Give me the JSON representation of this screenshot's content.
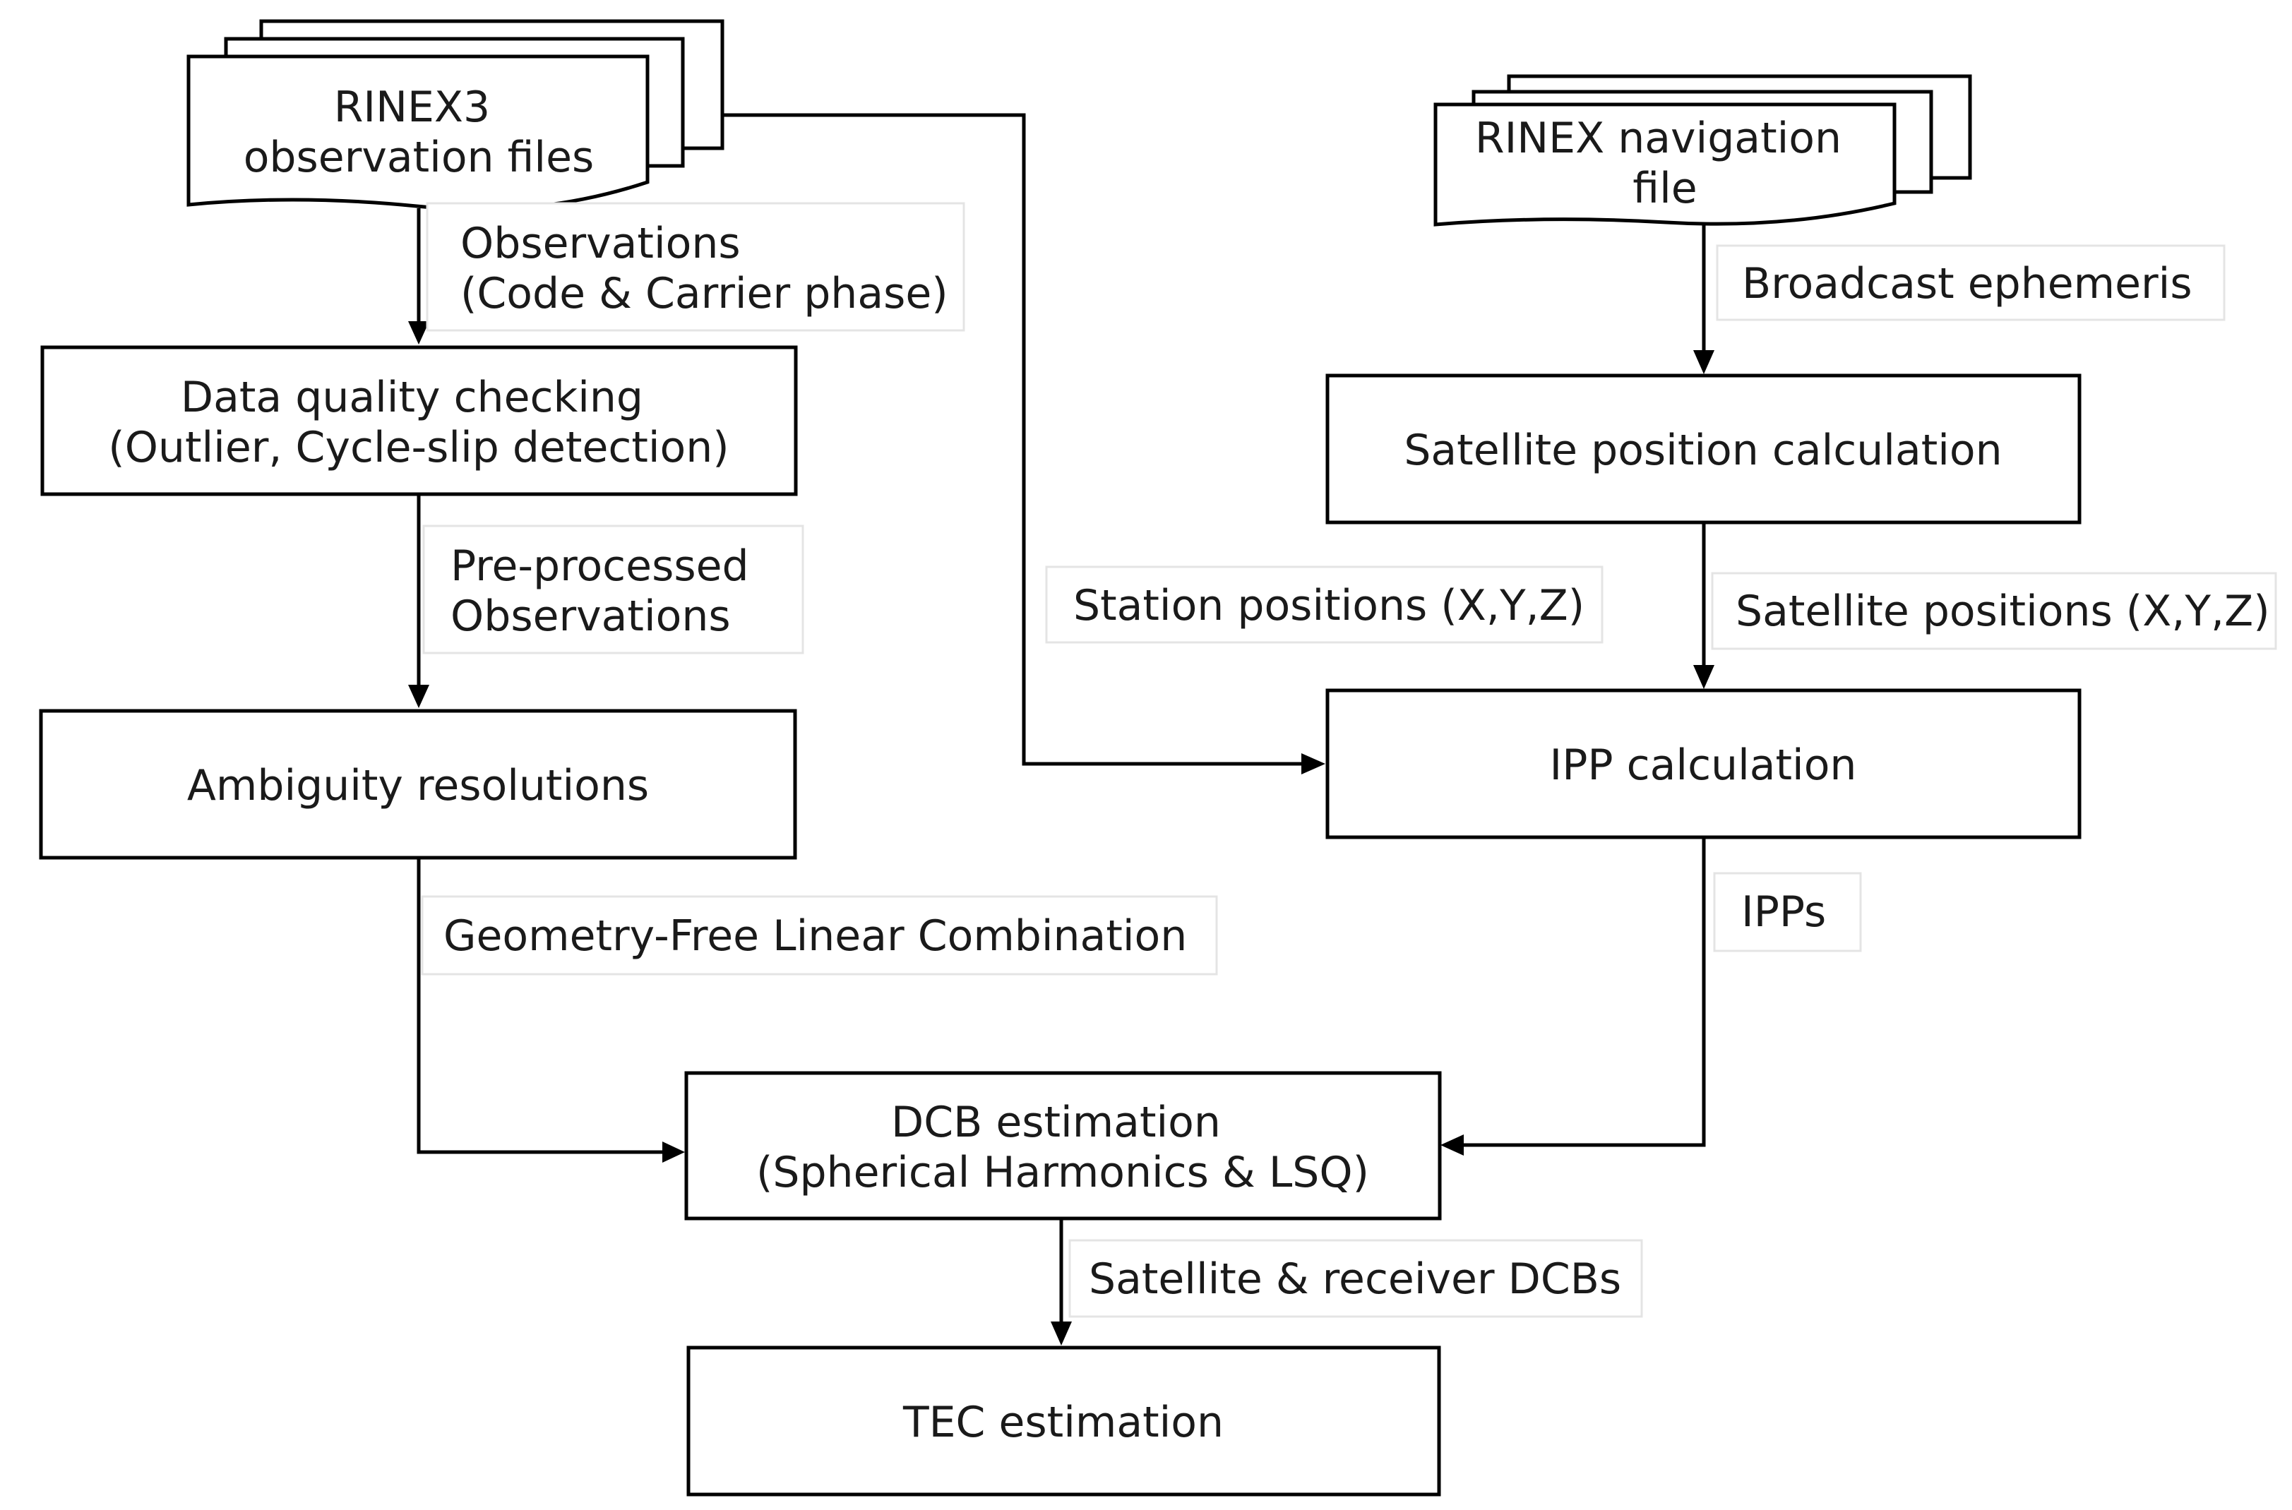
{
  "nodes": {
    "rinex3": {
      "lines": [
        "RINEX3",
        "observation files"
      ]
    },
    "rinex_nav": {
      "lines": [
        "RINEX navigation",
        "file"
      ]
    },
    "quality": {
      "lines": [
        "Data quality checking",
        "(Outlier, Cycle-slip detection)"
      ]
    },
    "ambiguity": {
      "lines": [
        "Ambiguity resolutions"
      ]
    },
    "satpos": {
      "lines": [
        "Satellite position calculation"
      ]
    },
    "ipp": {
      "lines": [
        "IPP calculation"
      ]
    },
    "dcb": {
      "lines": [
        "DCB estimation",
        "(Spherical Harmonics & LSQ)"
      ]
    },
    "tec": {
      "lines": [
        "TEC estimation"
      ]
    }
  },
  "edge_labels": {
    "observations": {
      "lines": [
        "Observations",
        "(Code & Carrier phase)"
      ]
    },
    "preprocessed": {
      "lines": [
        "Pre-processed",
        "Observations"
      ]
    },
    "gflc": {
      "lines": [
        "Geometry-Free Linear Combination"
      ]
    },
    "ephemeris": {
      "lines": [
        "Broadcast ephemeris"
      ]
    },
    "station_positions": {
      "lines": [
        "Station positions (X,Y,Z)"
      ]
    },
    "satellite_positions": {
      "lines": [
        "Satellite positions (X,Y,Z)"
      ]
    },
    "ipps": {
      "lines": [
        "IPPs"
      ]
    },
    "dcbs": {
      "lines": [
        "Satellite & receiver DCBs"
      ]
    }
  }
}
